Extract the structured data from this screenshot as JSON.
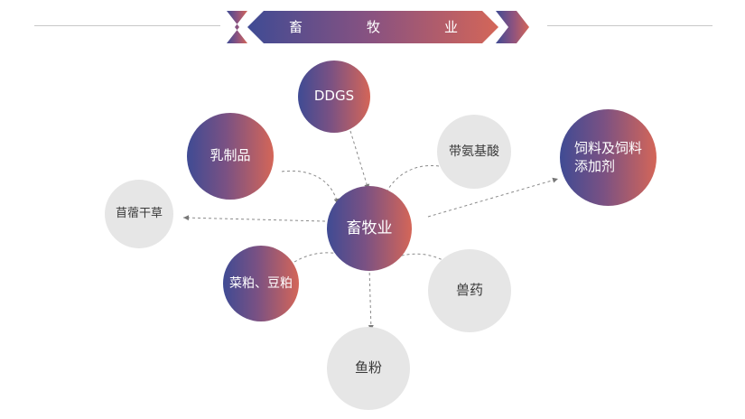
{
  "banner": {
    "chars": [
      "畜",
      "牧",
      "业"
    ]
  },
  "center": {
    "label": "畜牧业"
  },
  "nodes": {
    "ddgs": "DDGS",
    "dairy": "乳制品",
    "amino_acid": "带氨基酸",
    "feed": [
      "饲料及饲料",
      "添加剂"
    ],
    "alfalfa": "苜蓿干草",
    "meal": "菜粕、豆粕",
    "vet_drug": "兽药",
    "fish_meal": "鱼粉"
  },
  "colors": {
    "grad_start": "#3f4b94",
    "grad_end": "#d46658",
    "gray": "#e6e6e6",
    "line": "#c8c8c8"
  }
}
